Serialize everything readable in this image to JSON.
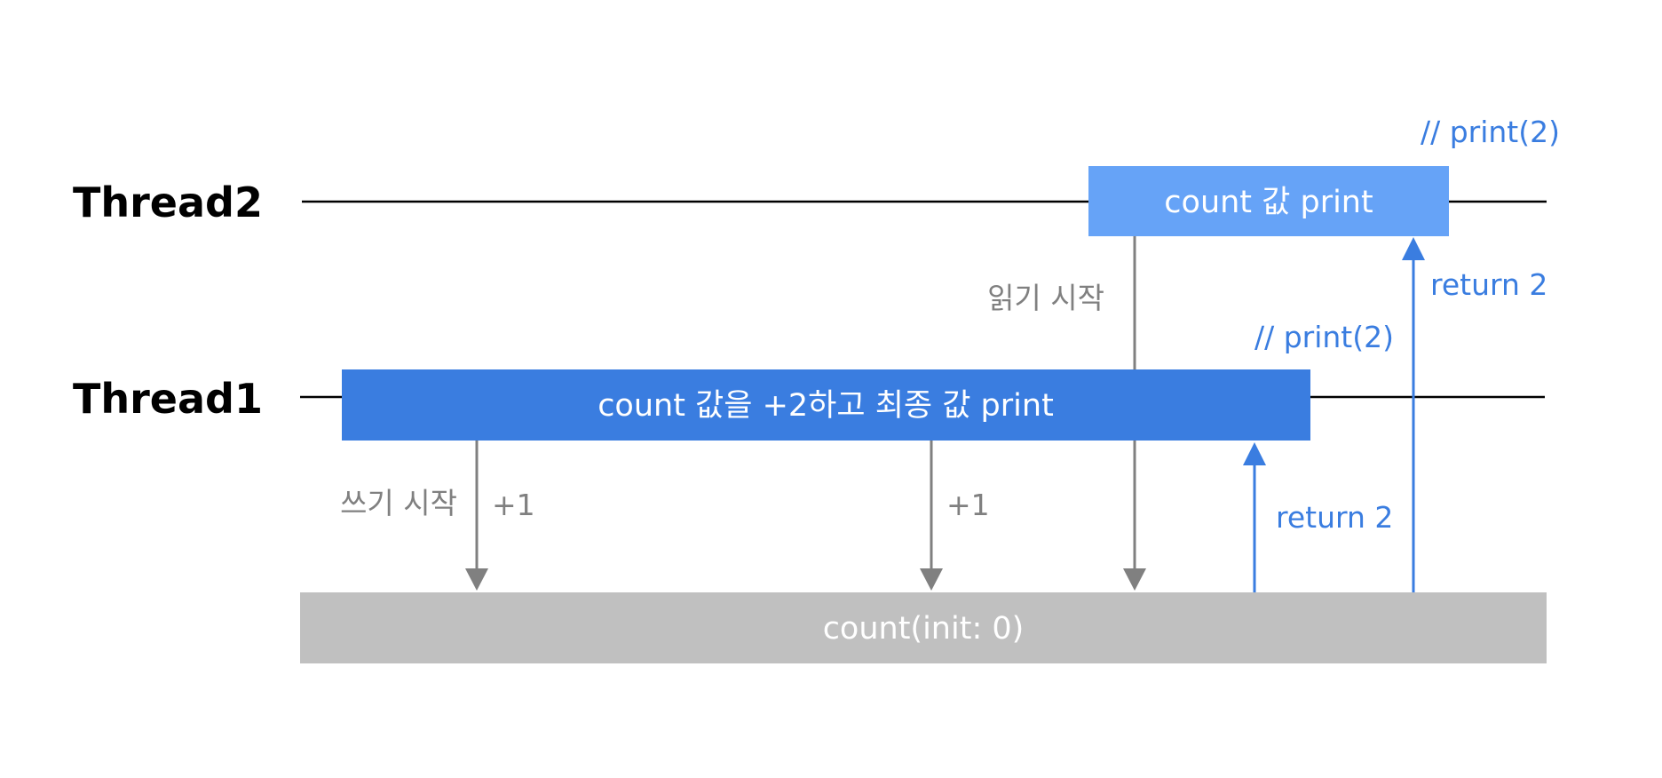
{
  "threads": {
    "thread2": {
      "label": "Thread2",
      "box_label": "count 값 print",
      "box_color": "#66a3f7",
      "note": "// print(2)"
    },
    "thread1": {
      "label": "Thread1",
      "box_label": "count 값을 +2하고 최종 값 print",
      "box_color": "#3a7de0",
      "note": "// print(2)"
    }
  },
  "memory": {
    "label": "count(init: 0)",
    "color": "#c0c0c0"
  },
  "arrows": {
    "write_start": "쓰기 시작",
    "increment_1": "+1",
    "increment_2": "+1",
    "read_start": "읽기 시작",
    "return_thread1": "return 2",
    "return_thread2": "return 2"
  },
  "colors": {
    "timeline": "#000000",
    "write_arrow": "#808080",
    "return_arrow": "#3a7de0",
    "annotation_gray": "#808080",
    "annotation_blue": "#3a7de0"
  }
}
